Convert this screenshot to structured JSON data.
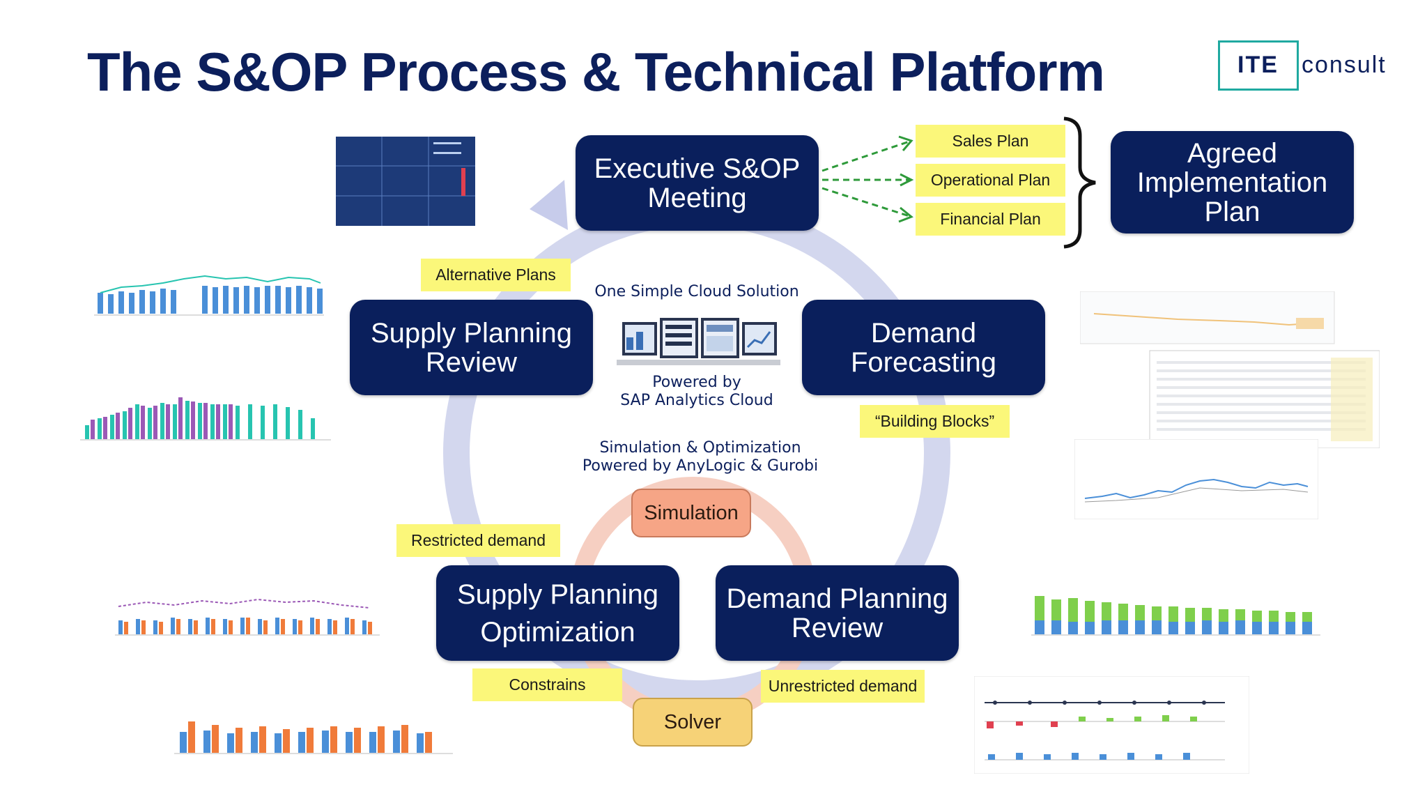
{
  "title": "The S&OP Process & Technical Platform",
  "logo": {
    "part1": "ITE",
    "part2": "consult"
  },
  "boxes": {
    "exec_meeting": "Executive S&OP\nMeeting",
    "agreed_plan": "Agreed\nImplementation\nPlan",
    "supply_review": "Supply Planning\nReview",
    "demand_forecasting": "Demand\nForecasting",
    "supply_optimization": "Supply Planning\nOptimization",
    "demand_review": "Demand Planning\nReview"
  },
  "labels": {
    "sales_plan": "Sales Plan",
    "operational_plan": "Operational Plan",
    "financial_plan": "Financial Plan",
    "alternative_plans": "Alternative Plans",
    "building_blocks": "“Building Blocks”",
    "restricted_demand": "Restricted demand",
    "constrains": "Constrains",
    "unrestricted_demand": "Unrestricted demand"
  },
  "center": {
    "cloud_solution": "One Simple Cloud Solution",
    "powered_by": "Powered by",
    "sac": "SAP Analytics Cloud",
    "sim_opt_line1": "Simulation & Optimization",
    "sim_opt_line2": "Powered by AnyLogic & Gurobi"
  },
  "inner": {
    "simulation": "Simulation",
    "solver": "Solver"
  },
  "colors": {
    "navy": "#0a1f5c",
    "yellow": "#fbf77a",
    "ring": "#d3d7ee",
    "inner_ring": "#f6cfc2",
    "bar_blue": "#4a8fd8",
    "bar_orange": "#f07b3a",
    "bar_green": "#7fcf4c",
    "bar_purple": "#9b59b6",
    "bar_teal": "#27c4b0"
  }
}
